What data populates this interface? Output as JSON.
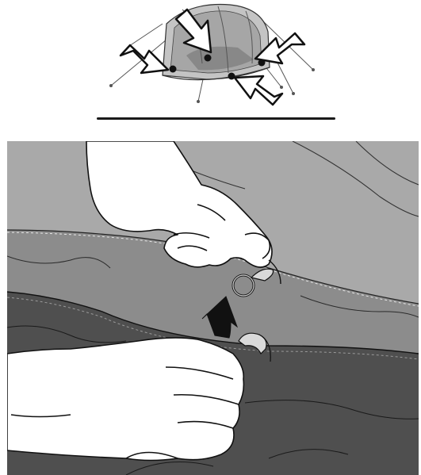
{
  "figure": {
    "top_panel": {
      "subject": "tent-overview",
      "callout_arrow_count": 4,
      "attachment_point_count": 4
    },
    "bottom_panel": {
      "subject": "hooking-inner-tent-ring",
      "action_arrow": "up"
    }
  },
  "colors": {
    "outer_fabric_light": "#a9a9a9",
    "outer_fabric_mid": "#8c8c8c",
    "inner_tent_dark": "#4f4f4f",
    "inner_tent_darker": "#3d3d3d",
    "skin": "#ffffff",
    "line": "#1a1a1a",
    "tent_body": "#b3b3b3",
    "tent_window": "#7a7a7a"
  }
}
